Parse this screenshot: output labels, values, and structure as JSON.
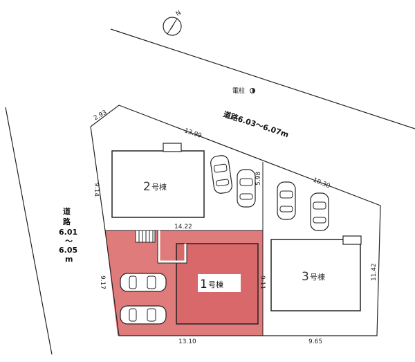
{
  "compass": {
    "north_label": "N",
    "icon": "north-arrow-icon"
  },
  "utility_pole": {
    "label": "電柱"
  },
  "roads": {
    "north": {
      "label": "道路6.03～6.07m"
    },
    "west": {
      "line1": "道",
      "line2": "路",
      "line3": "6.01",
      "line4": "～",
      "line5": "6.05",
      "line6": "m"
    }
  },
  "dimensions": {
    "corner_cut": "2.93",
    "top_lot2": "13.99",
    "west_upper": "9.14",
    "middle_divider": "14.22",
    "divider_small": "5.98",
    "top_lot3": "10.30",
    "west_lower": "9.17",
    "bldg1_east": "9.11",
    "east_lot3": "11.42",
    "bottom_lot1": "13.10",
    "bottom_lot3": "9.65"
  },
  "buildings": [
    {
      "number": "2",
      "suffix": "号棟"
    },
    {
      "number": "1",
      "suffix": "号棟"
    },
    {
      "number": "3",
      "suffix": "号棟"
    }
  ],
  "colors": {
    "highlight_lot": "#e07b7b",
    "building1_fill": "#d9686a",
    "line": "#222222"
  }
}
